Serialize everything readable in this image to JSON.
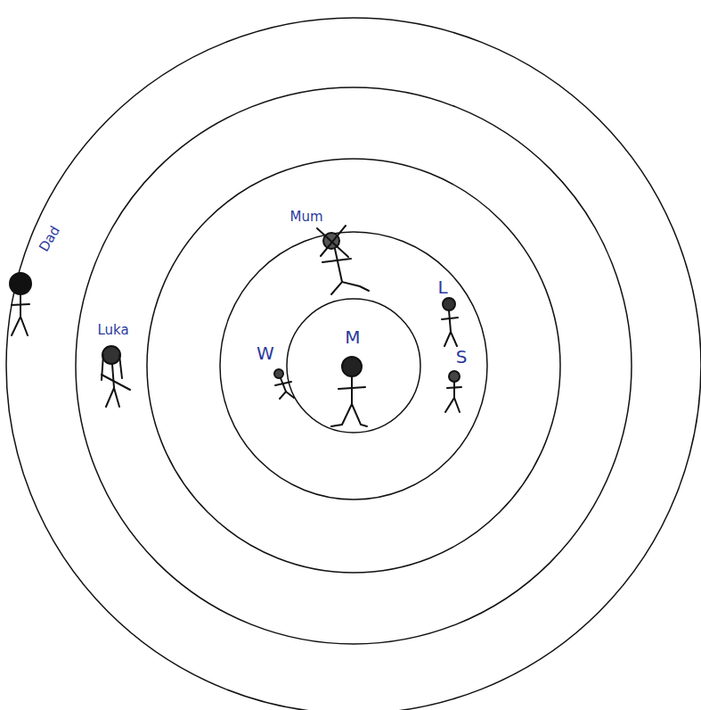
{
  "diagram": {
    "labels": [
      "Dad",
      "Luka",
      "Mum",
      "L",
      "W",
      "M",
      "S"
    ]
  }
}
